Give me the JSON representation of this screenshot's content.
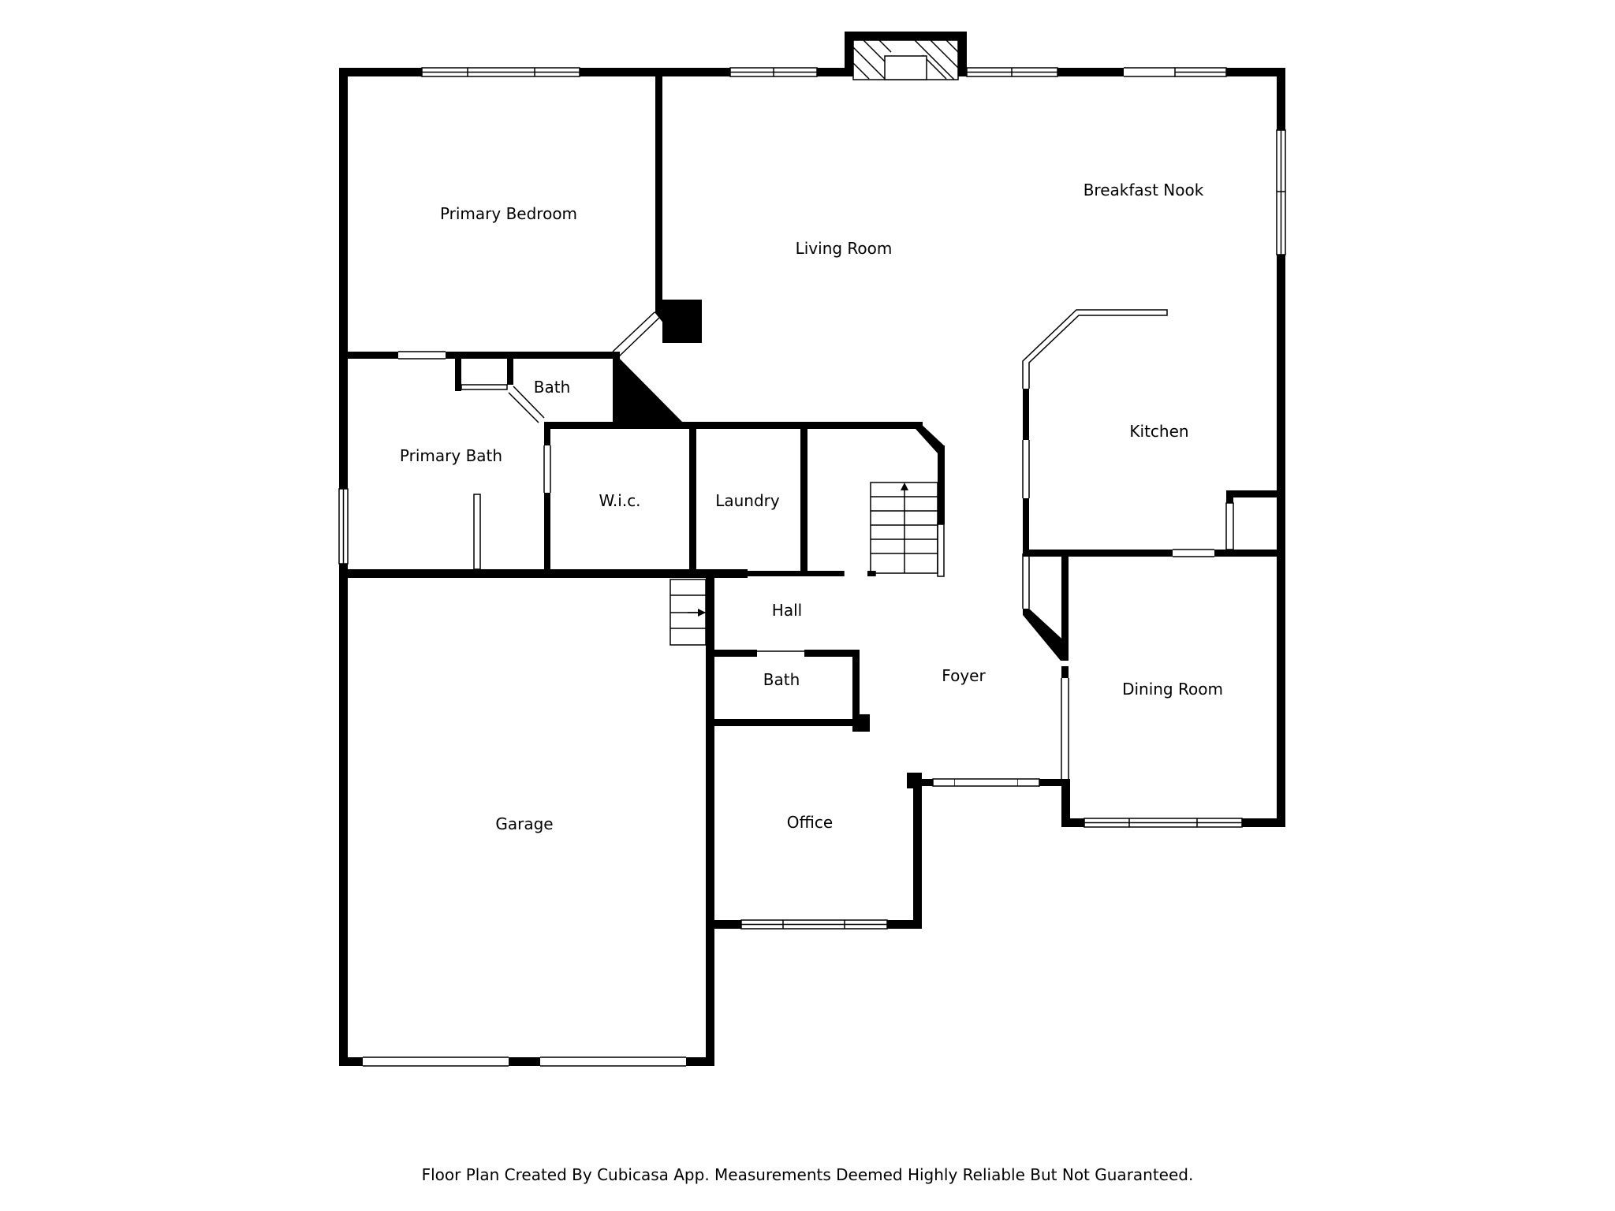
{
  "rooms": {
    "primary_bedroom": "Primary Bedroom",
    "living_room": "Living Room",
    "breakfast_nook": "Breakfast Nook",
    "bath_upper": "Bath",
    "primary_bath": "Primary Bath",
    "wic": "W.i.c.",
    "laundry": "Laundry",
    "kitchen": "Kitchen",
    "hall": "Hall",
    "bath_lower": "Bath",
    "foyer": "Foyer",
    "dining_room": "Dining Room",
    "garage": "Garage",
    "office": "Office"
  },
  "footer": "Floor Plan Created By Cubicasa App. Measurements Deemed Highly Reliable But Not Guaranteed."
}
